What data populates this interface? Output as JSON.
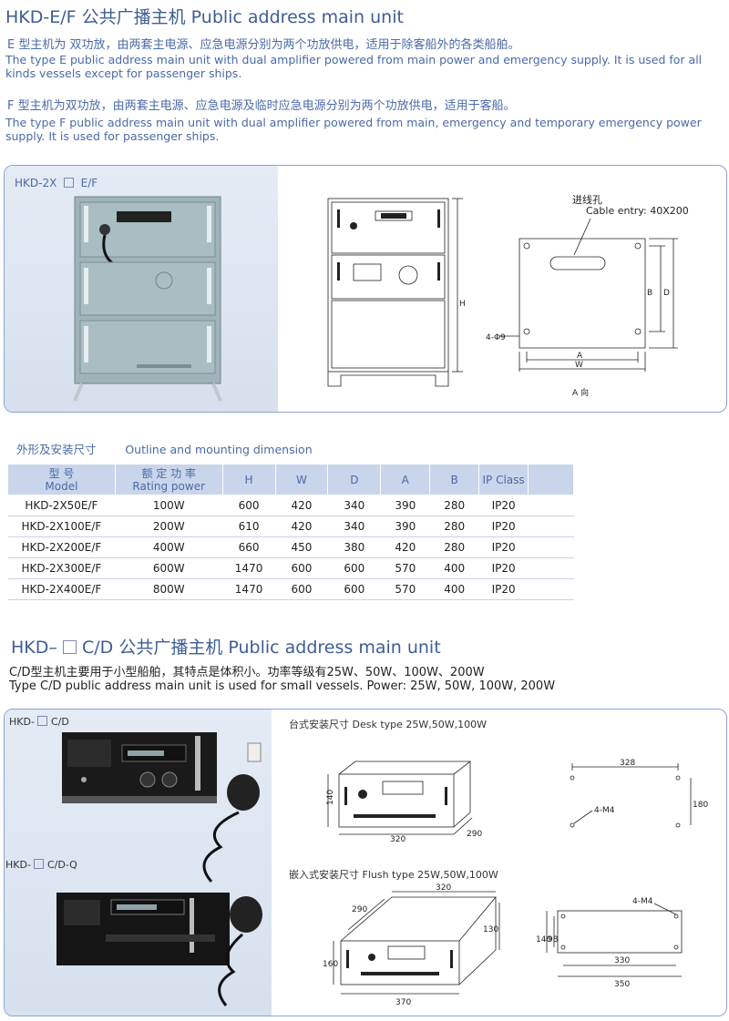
{
  "sec1": {
    "title": "HKD-E/F 公共广播主机  Public address main unit",
    "e_cn": "E 型主机为 双功放，由两套主电源、应急电源分别为两个功放供电，适用于除客船外的各类船舶。",
    "e_en": "The type E public address main unit with dual amplifier powered from main power and emergency supply. It is used for all kinds vessels except for passenger ships.",
    "f_cn": "F 型主机为双功放，由两套主电源、应急电源及临时应急电源分别为两个功放供电，适用于客船。",
    "f_en": "The type F public address main unit with dual amplifier powered from main, emergency and temporary emergency power supply.  It is used for passenger ships."
  },
  "panel1": {
    "model_prefix": "HKD-2X",
    "model_suffix": "E/F",
    "cable_cn": "进线孔",
    "cable_en": "Cable entry: 40X200",
    "dim_h": "H",
    "dim_b": "B",
    "dim_d": "D",
    "dim_a": "A",
    "dim_w": "W",
    "hole": "4-Φ9",
    "view": "A 向"
  },
  "table": {
    "title_cn": "外形及安装尺寸",
    "title_en": "Outline and mounting dimension",
    "headers": [
      {
        "cn": "型  号",
        "en": "Model"
      },
      {
        "cn": "额 定 功 率",
        "en": "Rating power"
      },
      {
        "cn": "",
        "en": "H"
      },
      {
        "cn": "",
        "en": "W"
      },
      {
        "cn": "",
        "en": "D"
      },
      {
        "cn": "",
        "en": "A"
      },
      {
        "cn": "",
        "en": "B"
      },
      {
        "cn": "",
        "en": "IP Class"
      }
    ],
    "rows": [
      [
        "HKD-2X50E/F",
        "100W",
        "600",
        "420",
        "340",
        "390",
        "280",
        "IP20"
      ],
      [
        "HKD-2X100E/F",
        "200W",
        "610",
        "420",
        "340",
        "390",
        "280",
        "IP20"
      ],
      [
        "HKD-2X200E/F",
        "400W",
        "660",
        "450",
        "380",
        "420",
        "280",
        "IP20"
      ],
      [
        "HKD-2X300E/F",
        "600W",
        "1470",
        "600",
        "600",
        "570",
        "400",
        "IP20"
      ],
      [
        "HKD-2X400E/F",
        "800W",
        "1470",
        "600",
        "600",
        "570",
        "400",
        "IP20"
      ]
    ]
  },
  "sec2": {
    "title_prefix": "HKD–",
    "title_rest": "C/D  公共广播主机  Public address main unit",
    "cn": "C/D型主机主要用于小型船舶，其特点是体积小。功率等级有25W、50W、100W、200W",
    "en": "Type C/D public address main unit is used for small vessels. Power: 25W, 50W, 100W, 200W"
  },
  "panel2": {
    "label_cd_prefix": "HKD-",
    "label_cd_suffix": "C/D",
    "label_cdq_prefix": "HKD-",
    "label_cdq_suffix": "C/D-Q",
    "desk_title": "台式安装尺寸   Desk type  25W,50W,100W",
    "flush_title": "嵌入式安装尺寸 Flush type 25W,50W,100W",
    "d140": "140",
    "d320": "320",
    "d290": "290",
    "d328": "328",
    "d180": "180",
    "m4a": "4-M4",
    "f320": "320",
    "f290": "290",
    "f130": "130",
    "f160": "160",
    "f370": "370",
    "m4b": "4-M4",
    "f140": "140",
    "f98": "98",
    "f330": "330",
    "f350": "350"
  }
}
